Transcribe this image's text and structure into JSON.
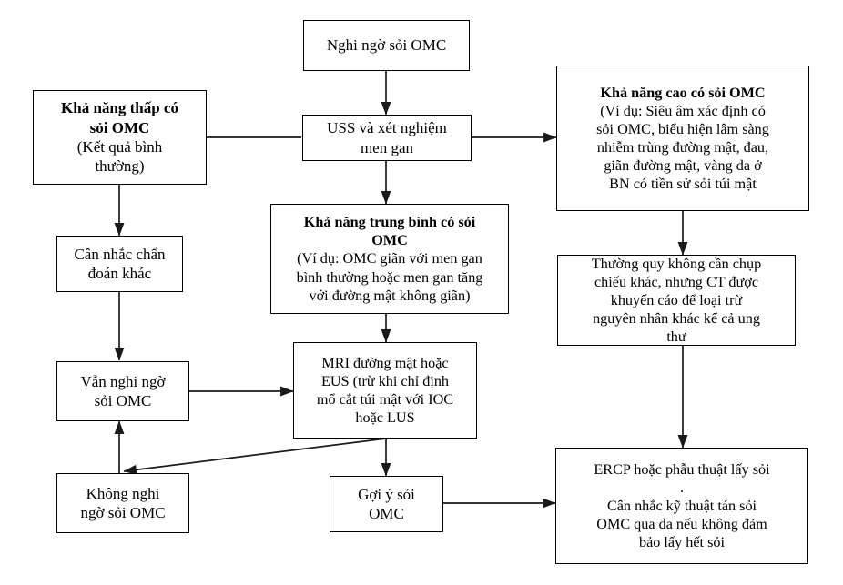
{
  "diagram": {
    "title": "Luu do xu tri nghi ngo soi OMC",
    "language": "vi",
    "type": "flowchart",
    "stroke_color": "#000000",
    "background_color": "#ffffff",
    "nodes": [
      {
        "id": "suspect",
        "title": "",
        "body": "Nghi ngờ sỏi OMC"
      },
      {
        "id": "uss",
        "title": "",
        "body": "USS và xét nghiệm\nmen gan"
      },
      {
        "id": "low",
        "title": "Khả năng thấp có\nsỏi OMC",
        "body": "(Kết quả bình\nthường)"
      },
      {
        "id": "high",
        "title": "Khả năng cao có sỏi OMC",
        "body": "(Ví dụ: Siêu âm xác định có\nsỏi OMC, biểu hiện lâm sàng\nnhiễm trùng đường mật, đau,\ngiãn đường mật, vàng da ở\nBN có tiền sử sỏi túi mật"
      },
      {
        "id": "medium",
        "title": "Khả năng trung bình có sỏi\nOMC",
        "body": "(Ví dụ: OMC giãn với men gan\nbình thường hoặc men gan tăng\nvới đường mật không giãn)"
      },
      {
        "id": "alt_dx",
        "title": "",
        "body": "Cân nhắc chẩn\nđoán khác"
      },
      {
        "id": "still_suspect",
        "title": "",
        "body": "Vẫn nghi ngờ\nsỏi OMC"
      },
      {
        "id": "no_suspect",
        "title": "",
        "body": "Không nghi\nngờ sỏi OMC"
      },
      {
        "id": "mri_eus",
        "title": "",
        "body": "MRI đường mật hoặc\nEUS (trừ khi chỉ định\nmổ cắt túi mật với IOC\nhoặc LUS"
      },
      {
        "id": "suggest",
        "title": "",
        "body": "Gợi ý sỏi\nOMC"
      },
      {
        "id": "ct_note",
        "title": "",
        "body": "Thường quy không cần chụp\nchiếu khác, nhưng CT được\nkhuyến cáo để loại trừ\nnguyên nhân khác kể cả ung\nthư"
      },
      {
        "id": "ercp",
        "title": "",
        "body": "ERCP hoặc phẫu thuật lấy sỏi\n.\nCân nhắc kỹ thuật tán sỏi\nOMC qua da nếu không đảm\nbảo lấy hết sỏi"
      }
    ],
    "edges": [
      {
        "from": "suspect",
        "to": "uss",
        "direction": "down"
      },
      {
        "from": "uss",
        "to": "low",
        "direction": "left"
      },
      {
        "from": "uss",
        "to": "high",
        "direction": "right"
      },
      {
        "from": "uss",
        "to": "medium",
        "direction": "down"
      },
      {
        "from": "low",
        "to": "alt_dx",
        "direction": "down"
      },
      {
        "from": "alt_dx",
        "to": "still_suspect",
        "direction": "down"
      },
      {
        "from": "still_suspect",
        "to": "mri_eus",
        "direction": "right"
      },
      {
        "from": "medium",
        "to": "mri_eus",
        "direction": "down"
      },
      {
        "from": "mri_eus",
        "to": "no_suspect",
        "direction": "diagonal-down-left"
      },
      {
        "from": "no_suspect",
        "to": "still_suspect",
        "direction": "up"
      },
      {
        "from": "mri_eus",
        "to": "suggest",
        "direction": "down"
      },
      {
        "from": "suggest",
        "to": "ercp",
        "direction": "right"
      },
      {
        "from": "high",
        "to": "ct_note",
        "direction": "down"
      },
      {
        "from": "ct_note",
        "to": "ercp",
        "direction": "down"
      }
    ]
  }
}
